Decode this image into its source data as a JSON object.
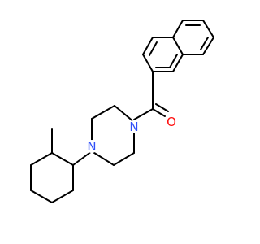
{
  "molecule": {
    "atoms": {
      "oxygen": {
        "symbol": "O",
        "color": "#ff0d0d"
      },
      "amide_nitrogen": {
        "symbol": "N",
        "color": "#3050f8"
      },
      "piperazine_nitrogen": {
        "symbol": "N",
        "color": "#3050f8"
      }
    },
    "bond_color": "#000000",
    "background": "#ffffff"
  }
}
